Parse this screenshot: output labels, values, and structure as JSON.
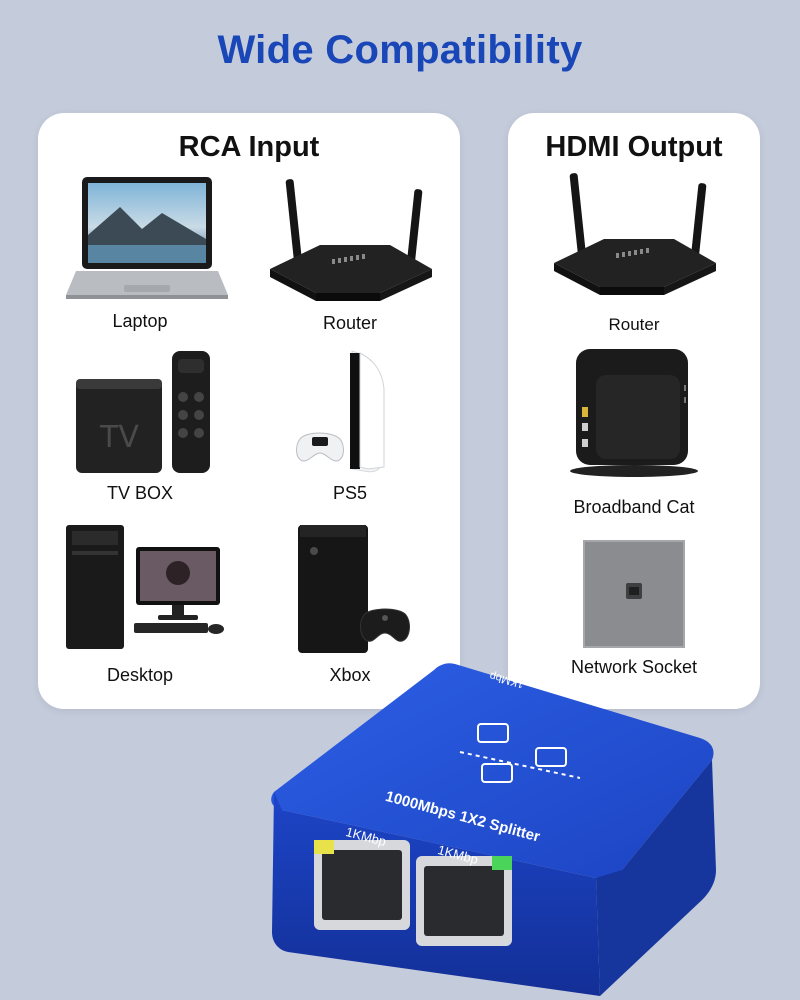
{
  "page": {
    "title": "Wide Compatibility"
  },
  "input_panel": {
    "title": "RCA Input",
    "devices": [
      {
        "label": "Laptop",
        "icon": "laptop-icon"
      },
      {
        "label": "Router",
        "icon": "router-icon"
      },
      {
        "label": "TV BOX",
        "icon": "tv-box-icon"
      },
      {
        "label": "PS5",
        "icon": "ps5-icon"
      },
      {
        "label": "Desktop",
        "icon": "desktop-icon"
      },
      {
        "label": "Xbox",
        "icon": "xbox-icon"
      }
    ]
  },
  "output_panel": {
    "title": "HDMI Output",
    "devices": [
      {
        "label": "Router",
        "icon": "router-icon"
      },
      {
        "label": "Broadband Cat",
        "icon": "broadband-cat-icon"
      },
      {
        "label": "Network Socket",
        "icon": "network-socket-icon"
      }
    ]
  },
  "product": {
    "name": "1000Mbps 1X2 Splitter",
    "port_label_left": "1KMbp",
    "port_label_right": "1KMbp",
    "top_edge_label": "1KMbp"
  },
  "colors": {
    "title": "#1a47b8",
    "background": "#c4cbdb",
    "panel": "#ffffff",
    "splitter": "#1f4ed0"
  }
}
